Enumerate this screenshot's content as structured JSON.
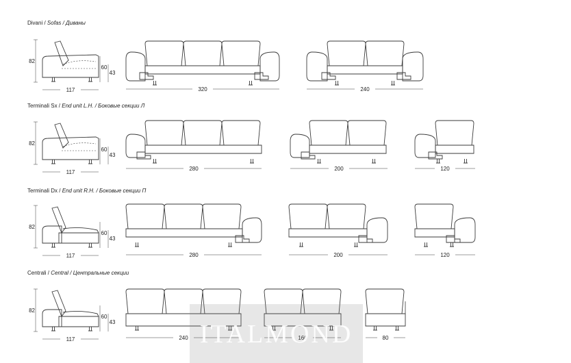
{
  "sections": [
    {
      "id": "sofas",
      "title": "Divani / ",
      "title_italic": "Sofas / Диваны"
    },
    {
      "id": "lh",
      "title": "Terminali Sx / ",
      "title_italic": "End unit L.H. / Боковые секции Л"
    },
    {
      "id": "rh",
      "title": "Terminali Dx / ",
      "title_italic": "End unit R.H. / Боковые секции П"
    },
    {
      "id": "central",
      "title": "Centrali / ",
      "title_italic": "Central / Центральные секции"
    }
  ],
  "dims": {
    "height_total": "82",
    "height_arm": "60",
    "height_seat": "43",
    "depth": "117"
  },
  "widths": {
    "sofas": [
      "320",
      "240"
    ],
    "lh": [
      "280",
      "200",
      "120"
    ],
    "rh": [
      "280",
      "200",
      "120"
    ],
    "central": [
      "240",
      "160",
      "80"
    ]
  },
  "watermark": "ITALMOND"
}
